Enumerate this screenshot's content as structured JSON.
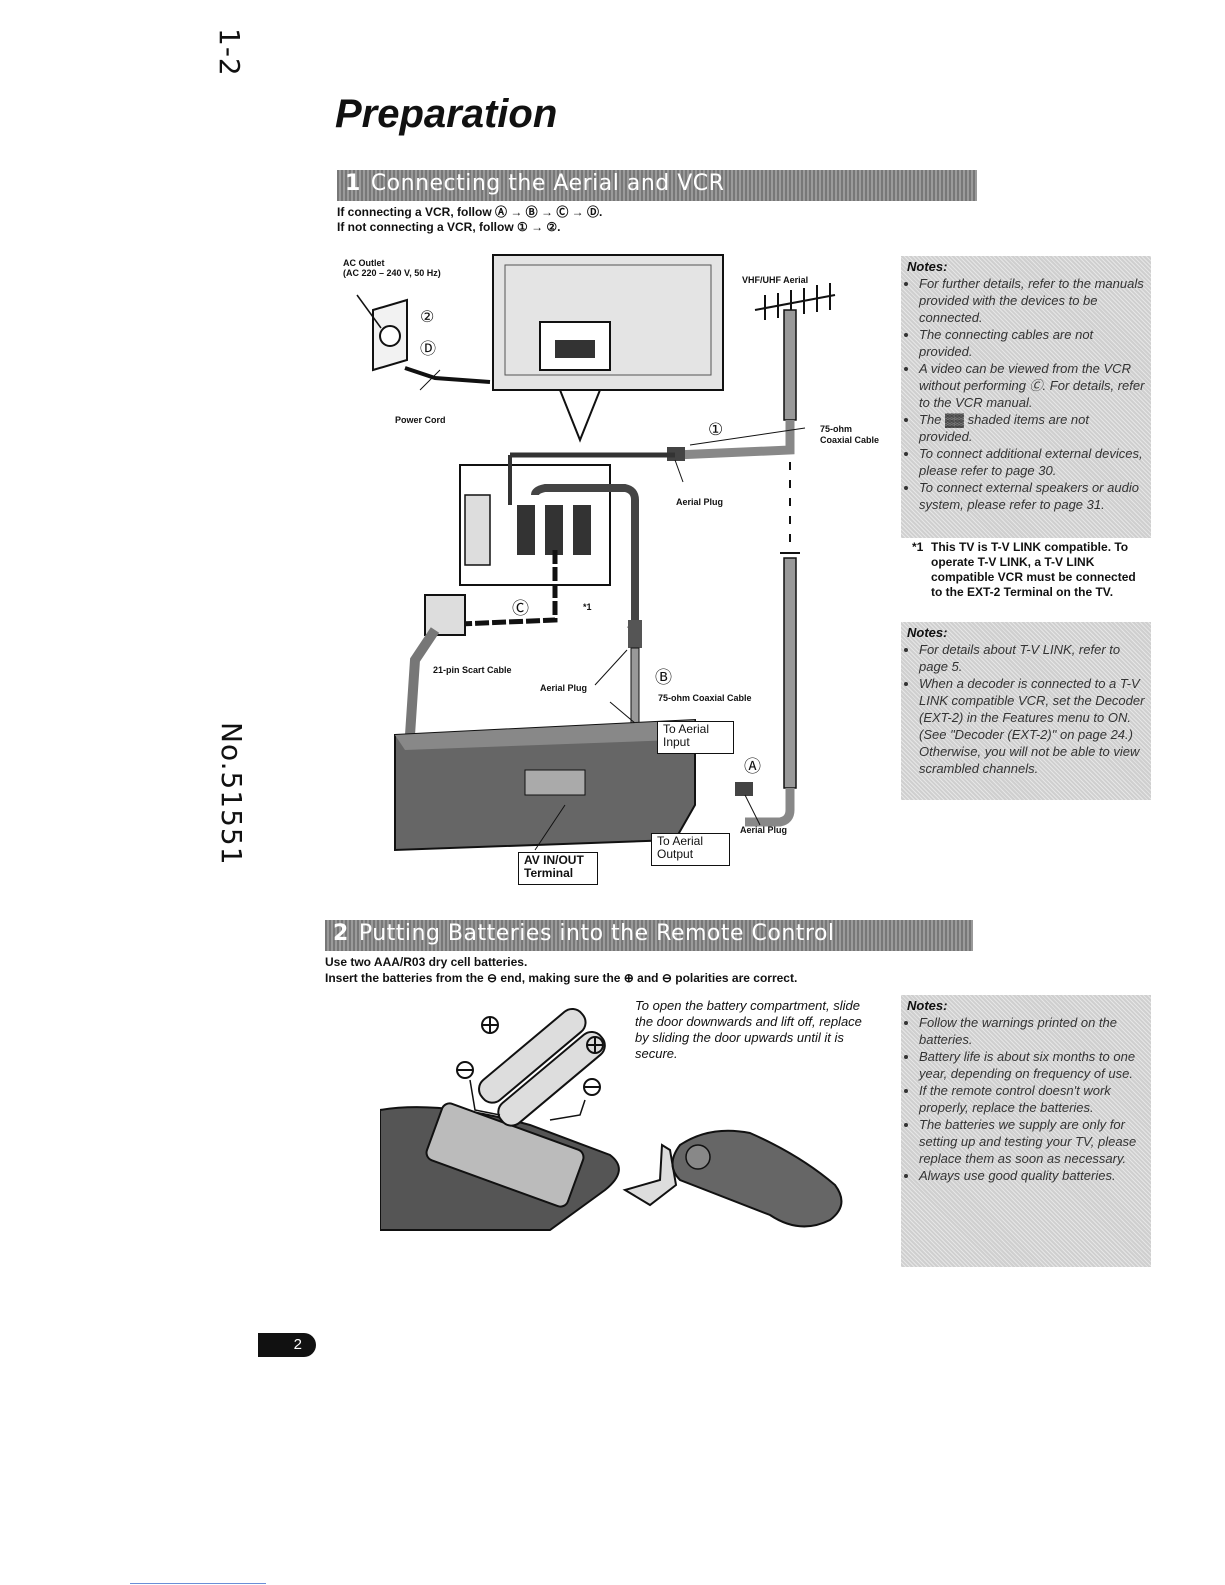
{
  "page_ref": "1-2",
  "doc_no": "No.51551",
  "title": "Preparation",
  "section1": {
    "number": "1",
    "heading": "Connecting the Aerial and VCR",
    "line1": "If connecting a VCR, follow Ⓐ → Ⓑ → Ⓒ → Ⓓ.",
    "line2": "If not connecting a VCR, follow ① → ②.",
    "labels": {
      "ac_outlet": "AC Outlet",
      "ac_spec": "(AC 220 – 240 V, 50 Hz)",
      "power_cord": "Power Cord",
      "aerial": "VHF/UHF Aerial",
      "coax1": "75-ohm",
      "coax2": "Coaxial Cable",
      "aerial_plug_top": "Aerial Plug",
      "aerial_plug_mid": "Aerial Plug",
      "aerial_plug_bottom": "Aerial Plug",
      "scart_cable": "21-pin Scart Cable",
      "coax_mid": "75-ohm Coaxial Cable",
      "to_aerial_input": "To Aerial Input",
      "to_aerial_output": "To Aerial Output",
      "av_terminal": "AV IN/OUT Terminal",
      "step1": "①",
      "step2": "②",
      "stepA": "Ⓐ",
      "stepB": "Ⓑ",
      "stepC": "Ⓒ",
      "stepD": "Ⓓ",
      "asterisk": "*1"
    },
    "notes1": {
      "heading": "Notes:",
      "items": [
        "For further details, refer to the manuals provided with the devices to be connected.",
        "The connecting cables are not provided.",
        "A video can be viewed from the VCR without performing Ⓒ. For details, refer to the VCR manual.",
        "The ▓▓ shaded items are not provided.",
        "To connect additional external devices, please refer to page 30.",
        "To connect external speakers or audio system, please refer to page 31."
      ]
    },
    "tvlink": {
      "mark": "*1",
      "text": "This TV is T-V LINK compatible. To operate T-V LINK, a T-V LINK compatible VCR must be connected to the EXT-2 Terminal on the TV."
    },
    "notes2": {
      "heading": "Notes:",
      "items": [
        "For details about T-V LINK, refer to page 5.",
        "When a decoder is connected to a T-V LINK compatible VCR, set the Decoder (EXT-2) in the Features menu to ON. (See \"Decoder (EXT-2)\" on page 24.) Otherwise, you will not be able to view scrambled channels."
      ]
    }
  },
  "section2": {
    "number": "2",
    "heading": "Putting Batteries into the Remote Control",
    "line1": "Use two AAA/R03 dry cell batteries.",
    "line2": "Insert the batteries from the ⊖ end, making sure the ⊕ and ⊖ polarities are correct.",
    "instruction": "To open the battery compartment, slide the door downwards and lift off, replace by sliding the door upwards until it is secure.",
    "notes": {
      "heading": "Notes:",
      "items": [
        "Follow the warnings printed on the batteries.",
        "Battery life is about six months to one year, depending on frequency of use.",
        "If the remote control doesn't work properly, replace the batteries.",
        "The batteries we supply are only for setting up and testing your TV, please replace them as soon as necessary.",
        "Always use good quality batteries."
      ]
    }
  },
  "page_number": "2"
}
